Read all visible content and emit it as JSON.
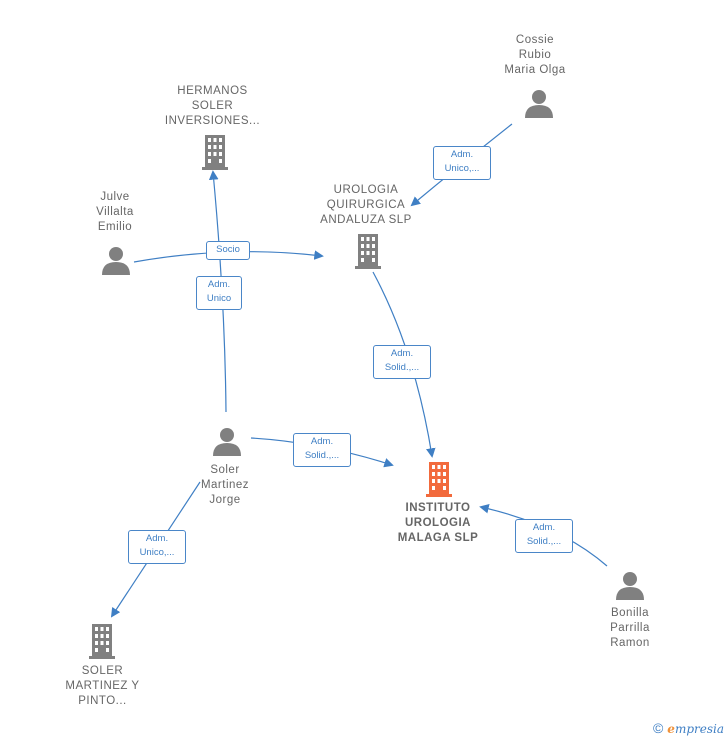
{
  "nodes": {
    "hermanos": {
      "label": "HERMANOS\nSOLER\nINVERSIONES...",
      "kind": "company",
      "icon": "building-icon"
    },
    "cossie": {
      "label": "Cossie\nRubio\nMaria Olga",
      "kind": "person",
      "icon": "person-icon"
    },
    "julve": {
      "label": "Julve\nVillalta\nEmilio",
      "kind": "person",
      "icon": "person-icon"
    },
    "urologia_andaluza": {
      "label": "UROLOGIA\nQUIRURGICA\nANDALUZA  SLP",
      "kind": "company",
      "icon": "building-icon"
    },
    "soler_jorge": {
      "label": "Soler\nMartinez\nJorge",
      "kind": "person",
      "icon": "person-icon"
    },
    "instituto": {
      "label": "INSTITUTO\nUROLOGIA\nMALAGA  SLP",
      "kind": "focus-company",
      "icon": "building-icon"
    },
    "bonilla": {
      "label": "Bonilla\nParrilla\nRamon",
      "kind": "person",
      "icon": "person-icon"
    },
    "soler_pinto": {
      "label": "SOLER\nMARTINEZ Y\nPINTO...",
      "kind": "company",
      "icon": "building-icon"
    }
  },
  "edges": [
    {
      "id": "cossie-urologia",
      "label": "Adm.\nUnico,..."
    },
    {
      "id": "julve-urologia",
      "label": "Socio"
    },
    {
      "id": "soler-hermanos",
      "label": "Adm.\nUnico"
    },
    {
      "id": "urologia-instituto",
      "label": "Adm.\nSolid.,..."
    },
    {
      "id": "soler-instituto",
      "label": "Adm.\nSolid.,..."
    },
    {
      "id": "bonilla-instituto",
      "label": "Adm.\nSolid.,..."
    },
    {
      "id": "soler-pinto",
      "label": "Adm.\nUnico,..."
    }
  ],
  "colors": {
    "edge": "#3f7fc4",
    "node": "#808080",
    "focus": "#f26a3c"
  },
  "footer": {
    "copyright": "©",
    "brand_first": "e",
    "brand_rest": "mpresia"
  }
}
